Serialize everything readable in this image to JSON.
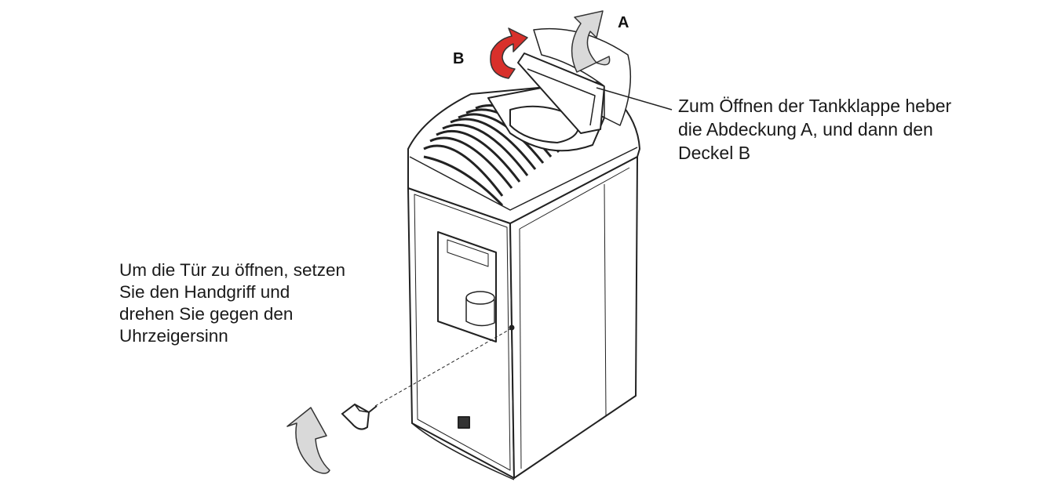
{
  "labels": {
    "a": "A",
    "b": "B"
  },
  "caption_right": {
    "line1": "Zum Öffnen der Tankklappe heber",
    "line2": "die Abdeckung A, und dann den",
    "line3": "Deckel B"
  },
  "caption_left": {
    "line1": "Um die Tür zu öffnen, setzen",
    "line2": "Sie den Handgriff und",
    "line3": "drehen Sie gegen den",
    "line4": "Uhrzeigersinn"
  },
  "colors": {
    "ink": "#1a1a1a",
    "red_arrow": "#d8302b",
    "grey_arrow": "#d9d9d9",
    "stove_edge": "#222222"
  }
}
